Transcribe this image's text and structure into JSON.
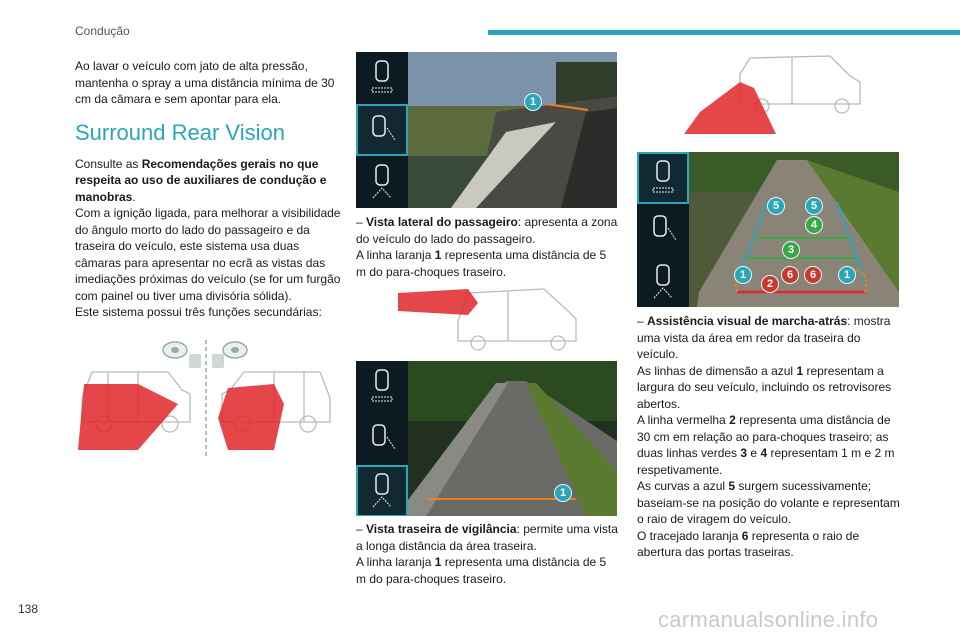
{
  "header": {
    "section": "Condução"
  },
  "page_number": "138",
  "watermark": "carmanualsonline.info",
  "col1": {
    "intro": "Ao lavar o veículo com jato de alta pressão, mantenha o spray a uma distância mínima de 30 cm da câmara e sem apontar para ela.",
    "heading": "Surround Rear Vision",
    "p1_a": "Consulte as ",
    "p1_b": "Recomendações gerais no que respeita ao uso de auxiliares de condução e manobras",
    "p1_c": ".",
    "p2": "Com a ignição ligada, para melhorar a visibilidade do ângulo morto do lado do passageiro e da traseira do veículo, este sistema usa duas câmaras para apresentar no ecrã as vistas das imediações próximas do veículo (se for um furgão com painel ou tiver uma divisória sólida).",
    "p3": "Este sistema possui três funções secundárias:"
  },
  "col2": {
    "s1_dash": "– ",
    "s1_title": "Vista lateral do passageiro",
    "s1_text": ": apresenta a zona do veículo do lado do passageiro.",
    "s1_line_a": "A linha laranja ",
    "s1_line_num": "1",
    "s1_line_b": " representa uma distância de 5 m do para-choques traseiro.",
    "s2_dash": "– ",
    "s2_title": "Vista traseira de vigilância",
    "s2_text": ": permite uma vista a longa distância da área traseira.",
    "s2_line_a": "A linha laranja ",
    "s2_line_num": "1",
    "s2_line_b": " representa uma distância de 5 m do para-choques traseiro."
  },
  "col3": {
    "dash": "– ",
    "title": "Assistência visual de marcha-atrás",
    "title_rest": ": mostra uma vista da área em redor da traseira do veículo.",
    "l1_a": "As linhas de dimensão a azul ",
    "l1_n": "1",
    "l1_b": " representam a largura do seu veículo, incluindo os retrovisores abertos.",
    "l2_a": "A linha vermelha ",
    "l2_n": "2",
    "l2_b": " representa uma distância de 30 cm em relação ao para-choques traseiro; as duas linhas verdes ",
    "l2_n2": "3",
    "l2_c": " e ",
    "l2_n3": "4",
    "l2_d": " representam 1 m e 2 m respetivamente.",
    "l3_a": "As curvas a azul ",
    "l3_n": "5",
    "l3_b": " surgem sucessivamente; baseiam-se na posição do volante e representam o raio de viragem do veículo.",
    "l4_a": "O tracejado laranja ",
    "l4_n": "6",
    "l4_b": " representa o raio de abertura das portas traseiras."
  },
  "badges": {
    "cam1": [
      "1"
    ],
    "cam2": [
      "1"
    ],
    "cam3": [
      "5",
      "5",
      "4",
      "3",
      "1",
      "6",
      "6",
      "1",
      "2"
    ]
  },
  "colors": {
    "accent": "#2aa6b7",
    "red": "#e0262a",
    "orange": "#f07d1f",
    "green": "#39a847"
  }
}
